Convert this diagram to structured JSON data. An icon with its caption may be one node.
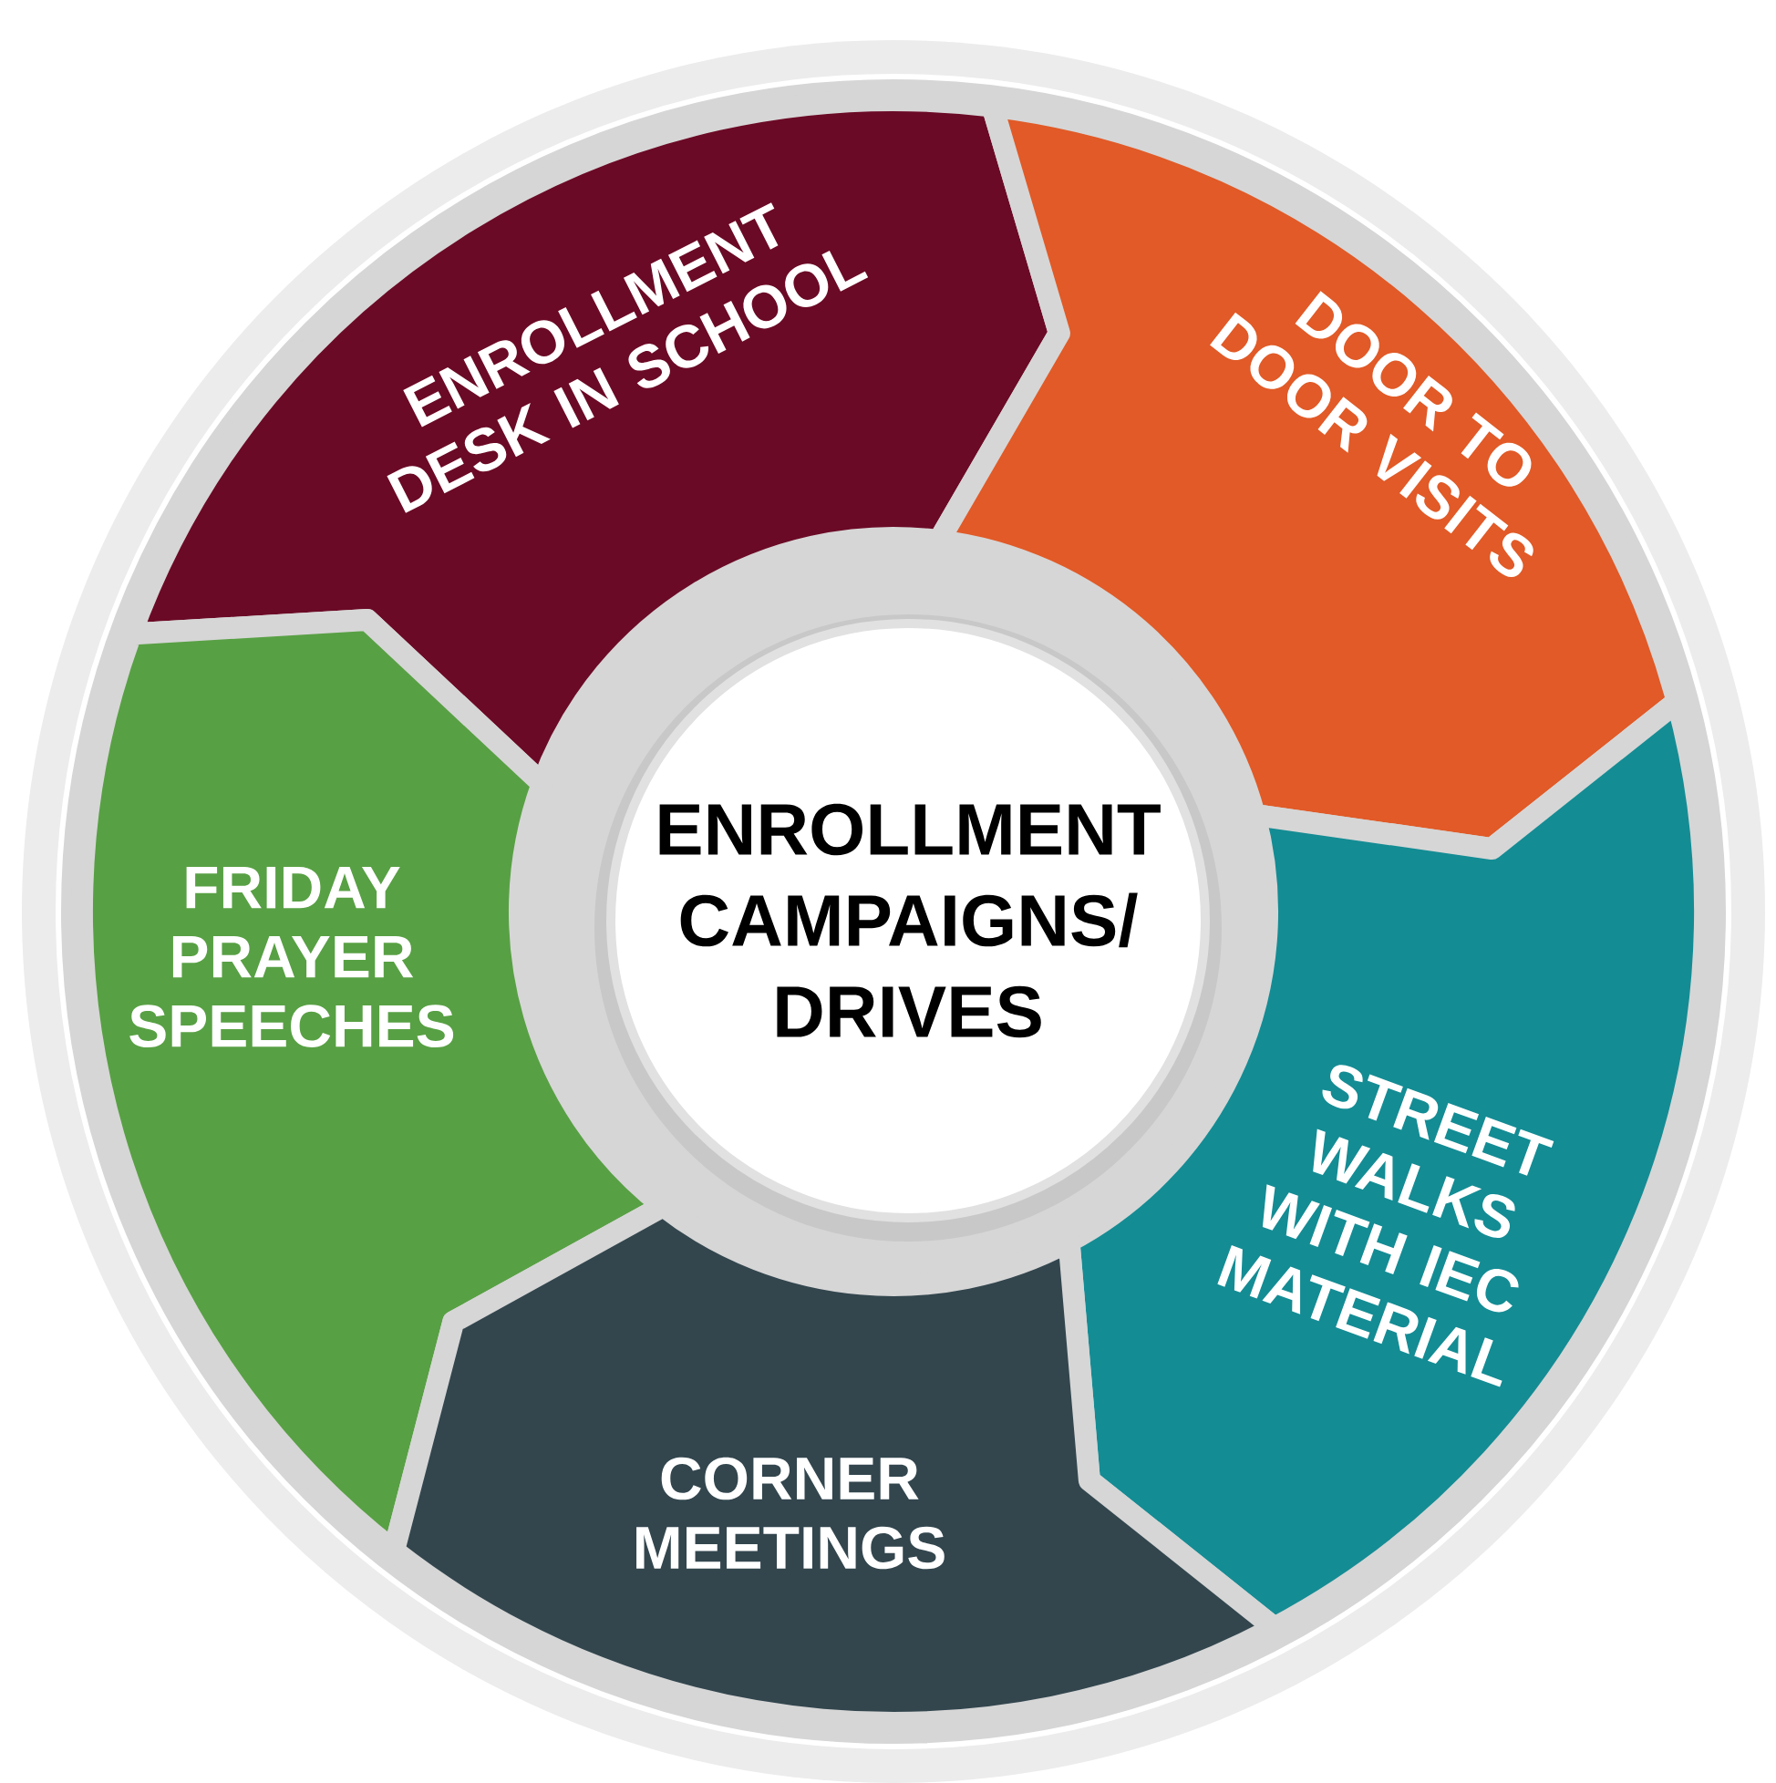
{
  "diagram": {
    "nodes": [
      {
        "text": [
          "ENROLLMENT DESK IN SCHOOL"
        ]
      },
      {
        "text": [
          "DOOR TO DOOR VISITS"
        ]
      },
      {
        "text": [
          "FRIDAY PRAYER SPEECHES"
        ]
      },
      {
        "text": [
          "ENROLLMENT CAMPAIGNS/ DRIVES"
        ]
      },
      {
        "text": [
          "STREET WALKS WITH IEC MATERIAL"
        ]
      },
      {
        "text": [
          "CORNER MEETINGS"
        ]
      }
    ]
  }
}
